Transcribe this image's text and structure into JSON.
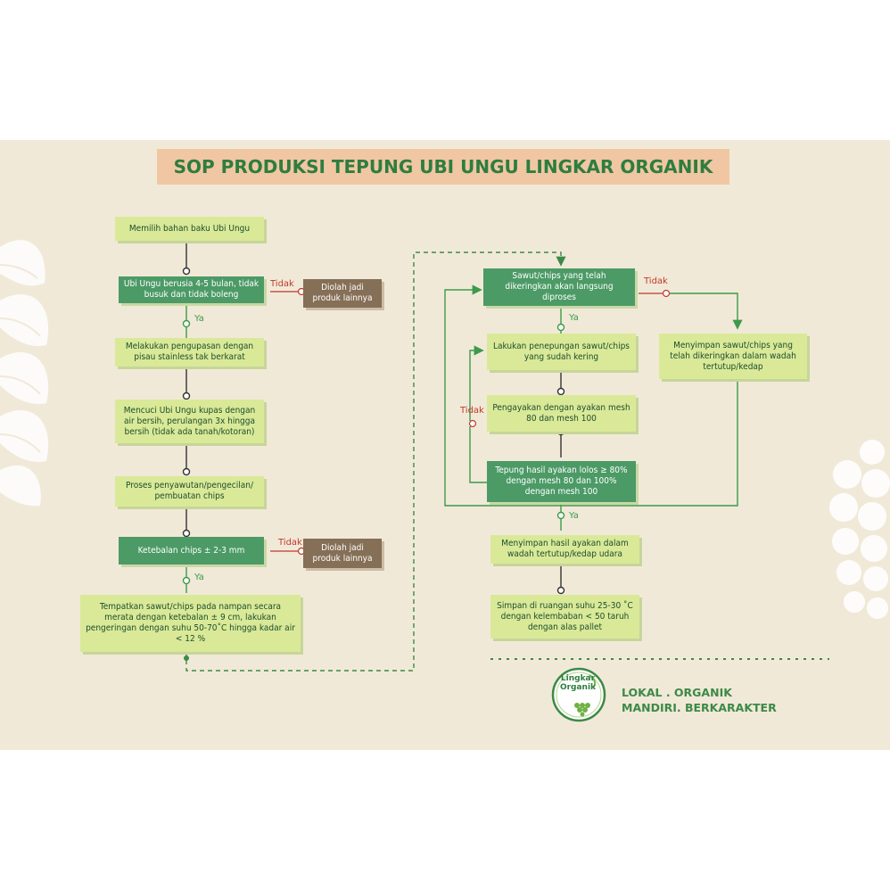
{
  "title": "SOP PRODUKSI TEPUNG UBI UNGU LINGKAR ORGANIK",
  "colors": {
    "accent_green": "#2e7d3f",
    "light_box": "#d9e998",
    "dark_box": "#4c9a66",
    "brown_box": "#856f56",
    "banner": "#f0c7a2",
    "background": "#f1e9d8",
    "tidak_red": "#c0392b"
  },
  "labels": {
    "ya": "Ya",
    "tidak": "Tidak"
  },
  "left_column": {
    "step1": "Memilih bahan baku Ubi Ungu",
    "step2": "Ubi Ungu berusia 4-5 bulan, tidak busuk dan tidak boleng",
    "step2_no": "Diolah jadi produk lainnya",
    "step3": "Melakukan pengupasan dengan pisau stainless tak berkarat",
    "step4": "Mencuci Ubi Ungu kupas dengan air bersih, perulangan 3x hingga bersih (tidak ada tanah/kotoran)",
    "step5": "Proses penyawutan/pengecilan/ pembuatan chips",
    "step6": "Ketebalan chips ± 2-3 mm",
    "step6_no": "Diolah jadi produk lainnya",
    "step7": "Tempatkan sawut/chips pada nampan secara merata dengan ketebalan ± 9 cm, lakukan pengeringan dengan suhu 50-70˚C hingga kadar air < 12 %"
  },
  "right_column": {
    "step8": "Sawut/chips yang telah dikeringkan akan langsung diproses",
    "step8_no": "Menyimpan sawut/chips yang telah dikeringkan dalam wadah tertutup/kedap",
    "step9": "Lakukan penepungan sawut/chips yang sudah kering",
    "step10": "Pengayakan dengan ayakan mesh 80 dan mesh 100",
    "step11": "Tepung hasil ayakan lolos ≥ 80% dengan mesh 80 dan 100% dengan mesh 100",
    "step12": "Menyimpan hasil ayakan dalam wadah tertutup/kedap udara",
    "step13": "Simpan di ruangan suhu 25-30 ˚C dengan kelembaban < 50 taruh dengan alas pallet"
  },
  "brand": {
    "logo_line1": "Lingkar",
    "logo_line2": "Organik",
    "tagline1": "LOKAL . ORGANIK",
    "tagline2": "MANDIRI. BERKARAKTER"
  }
}
